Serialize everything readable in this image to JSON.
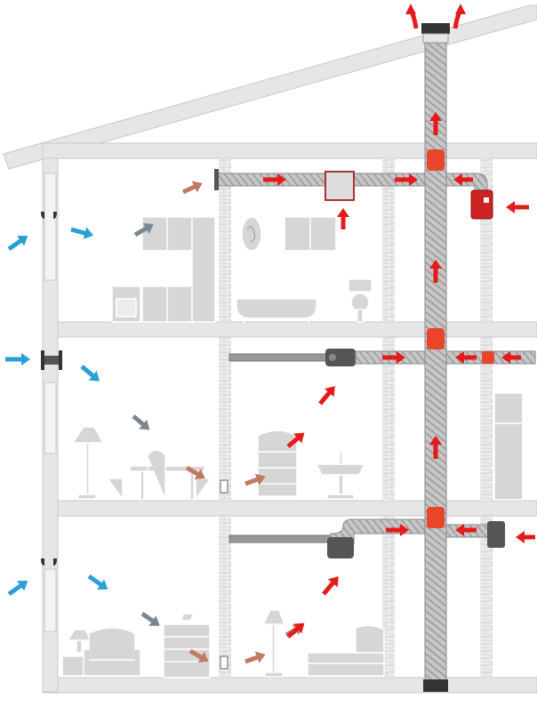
{
  "colors": {
    "background": "#ffffff",
    "structure_fill": "#e6e6e6",
    "structure_stroke": "#c8c8c8",
    "furniture_fill": "#d6d6d6",
    "furniture_stroke": "#ffffff",
    "duct_fill": "#c3c3c3",
    "duct_stroke": "#8a8a8a",
    "duct_dark": "#555555",
    "fitting_red": "#e8452a",
    "fan_red": "#cc2222",
    "arrow_red": "#e41b1b",
    "arrow_blue": "#2a9fd6",
    "arrow_brown": "#c07a64",
    "arrow_gray": "#7b8790",
    "vent_cap": "#333333"
  },
  "legend": {
    "arrow_blue": "fresh-air-inflow-arrow",
    "arrow_brown": "room-air-arrow",
    "arrow_gray": "room-air-arrow",
    "arrow_red": "exhaust-air-arrow"
  },
  "icons": [
    "roof-exhaust-cap-icon",
    "window-air-inlet-icon",
    "through-wall-vent-icon",
    "door-transfer-grille-icon",
    "ceiling-exhaust-fan-icon",
    "duct-fan-icon",
    "range-hood-fan-icon",
    "duct-tee-fitting-icon",
    "kitchen-cabinets-icon",
    "oven-icon",
    "bathtub-icon",
    "sink-icon",
    "dining-table-icon",
    "floor-lamp-icon",
    "bookcase-icon",
    "armchair-icon",
    "sofa-icon",
    "dresser-icon",
    "refrigerator-icon",
    "table-lamp-icon"
  ]
}
